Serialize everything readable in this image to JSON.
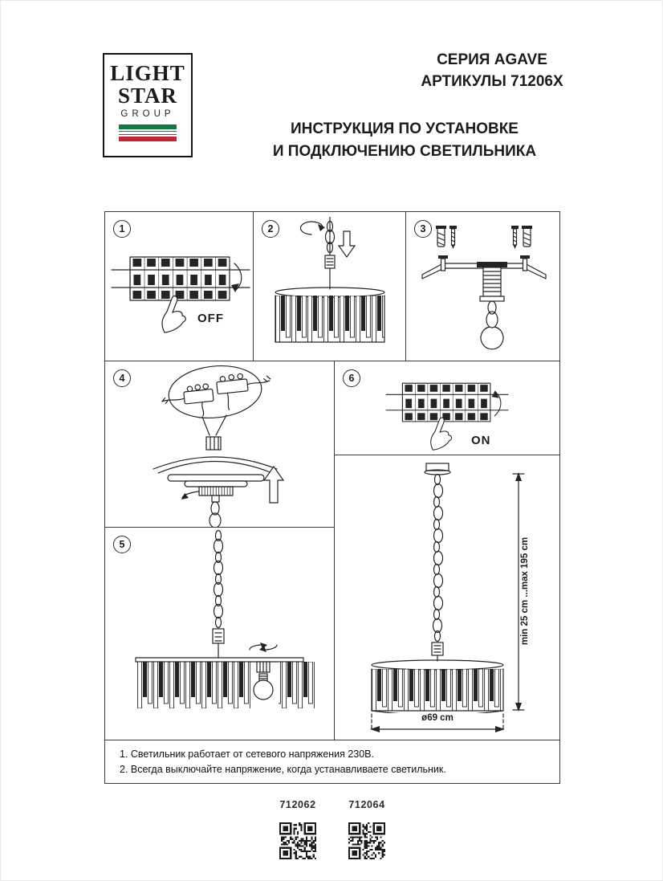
{
  "header": {
    "logo": {
      "line1": "LIGHT",
      "line2": "STAR",
      "line3": "GROUP"
    },
    "series": "СЕРИЯ AGAVE",
    "articles": "АРТИКУЛЫ 71206X",
    "title1": "ИНСТРУКЦИЯ ПО УСТАНОВКЕ",
    "title2": "И ПОДКЛЮЧЕНИЮ СВЕТИЛЬНИКА"
  },
  "steps": {
    "s1": {
      "num": "1",
      "label": "OFF"
    },
    "s2": {
      "num": "2"
    },
    "s3": {
      "num": "3"
    },
    "s4": {
      "num": "4"
    },
    "s5": {
      "num": "5"
    },
    "s6": {
      "num": "6",
      "label": "ON"
    }
  },
  "dimensions": {
    "height": "min 25 cm ...max 195 cm",
    "diameter": "ø69 cm"
  },
  "notes": {
    "line1": "1. Светильник работает от сетевого напряжения 230В.",
    "line2": "2. Всегда выключайте напряжение, когда устанавливаете светильник."
  },
  "footer": {
    "code1": "712062",
    "code2": "712064"
  },
  "colors": {
    "flag_green": "#0e7c3f",
    "flag_red": "#c42430",
    "ink": "#242424"
  }
}
